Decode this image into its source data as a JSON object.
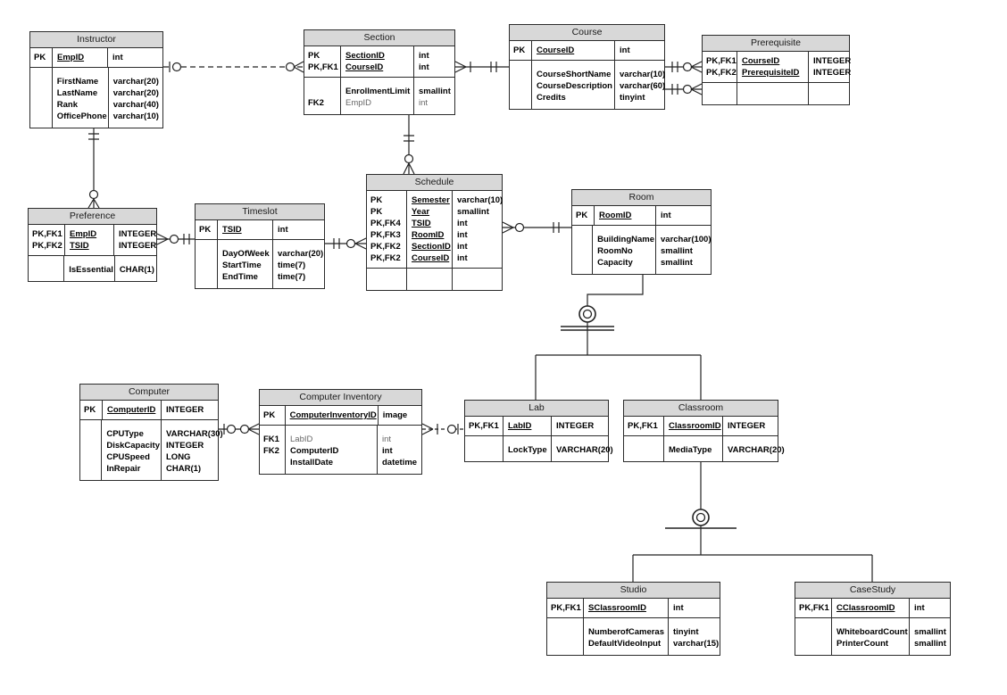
{
  "entities": [
    {
      "id": "instructor",
      "title": "Instructor",
      "keys": [
        {
          "tag": "PK",
          "name": "EmpID",
          "type": "int"
        }
      ],
      "attrs": [
        {
          "tag": "",
          "name": "FirstName",
          "type": "varchar(20)"
        },
        {
          "tag": "",
          "name": "LastName",
          "type": "varchar(20)"
        },
        {
          "tag": "",
          "name": "Rank",
          "type": "varchar(40)"
        },
        {
          "tag": "",
          "name": "OfficePhone",
          "type": "varchar(10)"
        }
      ]
    },
    {
      "id": "section",
      "title": "Section",
      "keys": [
        {
          "tag": "PK",
          "name": "SectionID",
          "type": "int"
        },
        {
          "tag": "PK,FK1",
          "name": "CourseID",
          "type": "int"
        }
      ],
      "attrs": [
        {
          "tag": "",
          "name": "EnrollmentLimit",
          "type": "smallint"
        },
        {
          "tag": "FK2",
          "name": "EmpID",
          "type": "int",
          "muted": true
        }
      ]
    },
    {
      "id": "course",
      "title": "Course",
      "keys": [
        {
          "tag": "PK",
          "name": "CourseID",
          "type": "int"
        }
      ],
      "attrs": [
        {
          "tag": "",
          "name": "CourseShortName",
          "type": "varchar(10)"
        },
        {
          "tag": "",
          "name": "CourseDescription",
          "type": "varchar(60)"
        },
        {
          "tag": "",
          "name": "Credits",
          "type": "tinyint"
        }
      ]
    },
    {
      "id": "prerequisite",
      "title": "Prerequisite",
      "keys": [
        {
          "tag": "PK,FK1",
          "name": "CourseID",
          "type": "INTEGER"
        },
        {
          "tag": "PK,FK2",
          "name": "PrerequisiteID",
          "type": "INTEGER"
        }
      ],
      "attrs": [],
      "empty_row": true
    },
    {
      "id": "preference",
      "title": "Preference",
      "keys": [
        {
          "tag": "PK,FK1",
          "name": "EmpID",
          "type": "INTEGER"
        },
        {
          "tag": "PK,FK2",
          "name": "TSID",
          "type": "INTEGER"
        }
      ],
      "attrs": [
        {
          "tag": "",
          "name": "IsEssential",
          "type": "CHAR(1)"
        }
      ]
    },
    {
      "id": "timeslot",
      "title": "Timeslot",
      "keys": [
        {
          "tag": "PK",
          "name": "TSID",
          "type": "int"
        }
      ],
      "attrs": [
        {
          "tag": "",
          "name": "DayOfWeek",
          "type": "varchar(20)"
        },
        {
          "tag": "",
          "name": "StartTime",
          "type": "time(7)"
        },
        {
          "tag": "",
          "name": "EndTime",
          "type": "time(7)"
        }
      ]
    },
    {
      "id": "schedule",
      "title": "Schedule",
      "keys": [
        {
          "tag": "PK",
          "name": "Semester",
          "type": "varchar(10)"
        },
        {
          "tag": "PK",
          "name": "Year",
          "type": "smallint"
        },
        {
          "tag": "PK,FK4",
          "name": "TSID",
          "type": "int"
        },
        {
          "tag": "PK,FK3",
          "name": "RoomID",
          "type": "int"
        },
        {
          "tag": "PK,FK2",
          "name": "SectionID",
          "type": "int"
        },
        {
          "tag": "PK,FK2",
          "name": "CourseID",
          "type": "int"
        }
      ],
      "attrs": [],
      "empty_row": true
    },
    {
      "id": "room",
      "title": "Room",
      "keys": [
        {
          "tag": "PK",
          "name": "RoomID",
          "type": "int"
        }
      ],
      "attrs": [
        {
          "tag": "",
          "name": "BuildingName",
          "type": "varchar(100)"
        },
        {
          "tag": "",
          "name": "RoomNo",
          "type": "smallint"
        },
        {
          "tag": "",
          "name": "Capacity",
          "type": "smallint"
        }
      ]
    },
    {
      "id": "computer",
      "title": "Computer",
      "keys": [
        {
          "tag": "PK",
          "name": "ComputerID",
          "type": "INTEGER"
        }
      ],
      "attrs": [
        {
          "tag": "",
          "name": "CPUType",
          "type": "VARCHAR(30)"
        },
        {
          "tag": "",
          "name": "DiskCapacity",
          "type": "INTEGER"
        },
        {
          "tag": "",
          "name": "CPUSpeed",
          "type": "LONG"
        },
        {
          "tag": "",
          "name": "InRepair",
          "type": "CHAR(1)"
        }
      ]
    },
    {
      "id": "computer-inventory",
      "title": "Computer Inventory",
      "keys": [
        {
          "tag": "PK",
          "name": "ComputerInventoryID",
          "type": "image"
        }
      ],
      "attrs": [
        {
          "tag": "FK1",
          "name": "LabID",
          "type": "int",
          "muted": true
        },
        {
          "tag": "FK2",
          "name": "ComputerID",
          "type": "int"
        },
        {
          "tag": "",
          "name": "InstallDate",
          "type": "datetime"
        }
      ]
    },
    {
      "id": "lab",
      "title": "Lab",
      "keys": [
        {
          "tag": "PK,FK1",
          "name": "LabID",
          "type": "INTEGER"
        }
      ],
      "attrs": [
        {
          "tag": "",
          "name": "LockType",
          "type": "VARCHAR(20)"
        }
      ]
    },
    {
      "id": "classroom",
      "title": "Classroom",
      "keys": [
        {
          "tag": "PK,FK1",
          "name": "ClassroomID",
          "type": "INTEGER"
        }
      ],
      "attrs": [
        {
          "tag": "",
          "name": "MediaType",
          "type": "VARCHAR(20)"
        }
      ]
    },
    {
      "id": "studio",
      "title": "Studio",
      "keys": [
        {
          "tag": "PK,FK1",
          "name": "SClassroomID",
          "type": "int"
        }
      ],
      "attrs": [
        {
          "tag": "",
          "name": "NumberofCameras",
          "type": "tinyint"
        },
        {
          "tag": "",
          "name": "DefaultVideoInput",
          "type": "varchar(15)"
        }
      ]
    },
    {
      "id": "casestudy",
      "title": "CaseStudy",
      "keys": [
        {
          "tag": "PK,FK1",
          "name": "CClassroomID",
          "type": "int"
        }
      ],
      "attrs": [
        {
          "tag": "",
          "name": "WhiteboardCount",
          "type": "smallint"
        },
        {
          "tag": "",
          "name": "PrinterCount",
          "type": "smallint"
        }
      ]
    }
  ],
  "relationships": [
    {
      "from": "Instructor",
      "to": "Section",
      "line": "dashed",
      "from_cardinality": "zero or one",
      "to_cardinality": "zero or many"
    },
    {
      "from": "Section",
      "to": "Course",
      "line": "solid",
      "from_cardinality": "one or many",
      "to_cardinality": "exactly one"
    },
    {
      "from": "Course",
      "to": "Prerequisite",
      "line": "solid",
      "from_cardinality": "exactly one",
      "to_cardinality": "zero or many"
    },
    {
      "from": "Course",
      "to": "Prerequisite",
      "line": "solid",
      "from_cardinality": "exactly one",
      "to_cardinality": "zero or many"
    },
    {
      "from": "Instructor",
      "to": "Preference",
      "line": "solid",
      "from_cardinality": "exactly one",
      "to_cardinality": "zero or many"
    },
    {
      "from": "Timeslot",
      "to": "Preference",
      "line": "solid",
      "from_cardinality": "exactly one",
      "to_cardinality": "zero or many"
    },
    {
      "from": "Timeslot",
      "to": "Schedule",
      "line": "solid",
      "from_cardinality": "exactly one",
      "to_cardinality": "zero or many"
    },
    {
      "from": "Section",
      "to": "Schedule",
      "line": "solid",
      "from_cardinality": "exactly one",
      "to_cardinality": "zero or many"
    },
    {
      "from": "Room",
      "to": "Schedule",
      "line": "solid",
      "from_cardinality": "exactly one",
      "to_cardinality": "zero or many"
    },
    {
      "from": "Computer",
      "to": "Computer Inventory",
      "line": "solid",
      "from_cardinality": "zero or one",
      "to_cardinality": "zero or many"
    },
    {
      "from": "Lab",
      "to": "Computer Inventory",
      "line": "dashed",
      "from_cardinality": "zero or one",
      "to_cardinality": "one or many"
    },
    {
      "type": "category",
      "supertype": "Room",
      "subtypes": [
        "Lab",
        "Classroom"
      ],
      "complete": true
    },
    {
      "type": "category",
      "supertype": "Classroom",
      "subtypes": [
        "Studio",
        "CaseStudy"
      ],
      "complete": false
    }
  ],
  "colors": {
    "entity_header": "#d8d8d8",
    "line": "#222222",
    "text": "#000000",
    "muted_text": "#666666"
  }
}
